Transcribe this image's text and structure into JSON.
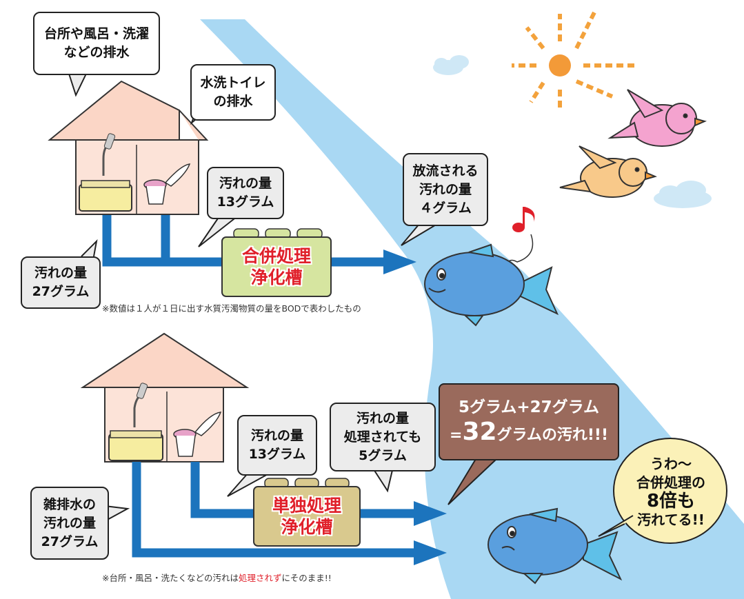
{
  "top": {
    "kitchen_bubble": [
      "台所や風呂・洗濯",
      "などの排水"
    ],
    "toilet_bubble": [
      "水洗トイレ",
      "の排水"
    ],
    "load_in_bubble": [
      "汚れの量",
      "13グラム"
    ],
    "load_left_bubble": [
      "汚れの量",
      "27グラム"
    ],
    "discharge_bubble": [
      "放流される",
      "汚れの量",
      "４グラム"
    ],
    "tank_label": [
      "合併処理",
      "浄化槽"
    ],
    "note": "※数値は１人が１日に出す水質汚濁物質の量をBODで表わしたもの"
  },
  "bottom": {
    "left_bubble": [
      "雑排水の",
      "汚れの量",
      "27グラム"
    ],
    "load_in_bubble": [
      "汚れの量",
      "13グラム"
    ],
    "processed_bubble": [
      "汚れの量",
      "処理されても",
      "5グラム"
    ],
    "tank_label": [
      "単独処理",
      "浄化槽"
    ],
    "alert": {
      "line1": "5グラム+27グラム",
      "eq": "=",
      "num": "32",
      "line2_rest": "グラムの汚れ!!!"
    },
    "fish_shout": [
      "うわ〜",
      "合併処理の",
      "8倍も",
      "汚れてる!!"
    ],
    "note_before": "※台所・風呂・洗たくなどの汚れは",
    "note_red": "処理されず",
    "note_after": "にそのまま!!"
  },
  "colors": {
    "river": "#a9d8f3",
    "pipe": "#1c74bd",
    "house": "#fbd6c6",
    "tank_merged": "#d6e5a0",
    "tank_single": "#d9c98e",
    "alert_box": "#9a6a5c",
    "label_red": "#e0202a"
  },
  "icons": [
    "house-icon",
    "shower-icon",
    "bathtub-icon",
    "toilet-icon",
    "fish-icon",
    "bird-icon",
    "sun-icon",
    "cloud-icon",
    "music-note-icon"
  ]
}
